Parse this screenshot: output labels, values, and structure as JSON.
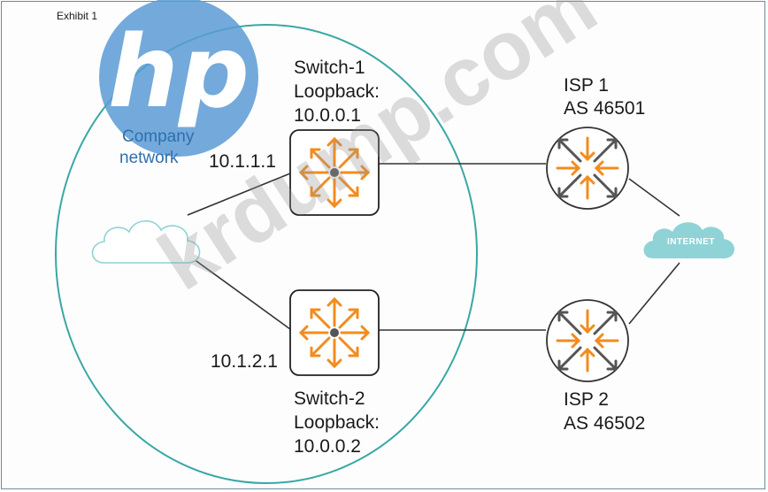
{
  "exhibit_label": "Exhibit 1",
  "logo_text": "hp",
  "company_network_label": [
    "Company",
    "network"
  ],
  "switch1": {
    "name": "Switch-1",
    "loopback_label": "Loopback:",
    "loopback_ip": "10.0.0.1",
    "interface_ip": "10.1.1.1"
  },
  "switch2": {
    "name": "Switch-2",
    "loopback_label": "Loopback:",
    "loopback_ip": "10.0.0.2",
    "interface_ip": "10.1.2.1"
  },
  "isp1": {
    "name": "ISP 1",
    "as": "AS 46501"
  },
  "isp2": {
    "name": "ISP 2",
    "as": "AS 46502"
  },
  "internet_label": "INTERNET",
  "watermark": "krdump.com",
  "colors": {
    "circle_outline": "#3aa7a4",
    "orange": "#f28c1e",
    "router_gray": "#555555",
    "internet_cloud": "#8fd3d7",
    "logo_blue": "#5b9bd5"
  }
}
